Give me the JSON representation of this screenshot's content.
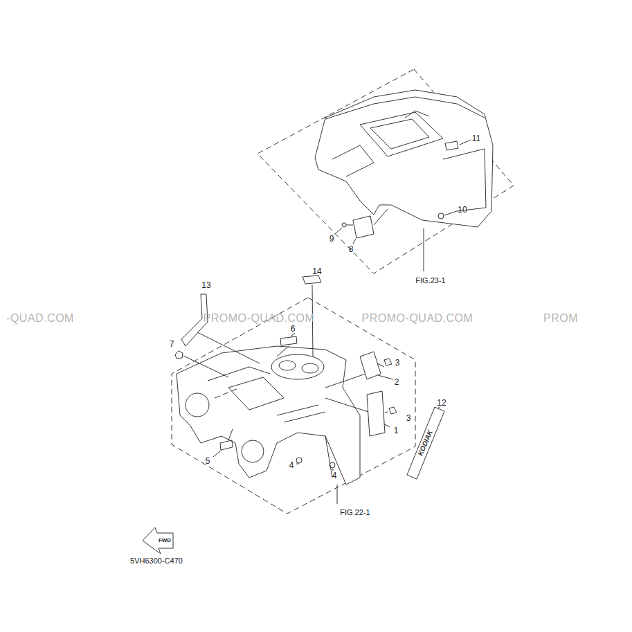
{
  "diagram": {
    "labels": [
      "11",
      "10",
      "9",
      "8",
      "FIG.23-1",
      "14",
      "13",
      "-QUAD.COM",
      "PROMO-QUAD.COM",
      "PROMO-QUAD.COM",
      "PROM",
      "6",
      "7",
      "3",
      "2",
      "12",
      "3",
      "1",
      "5",
      "4",
      "4",
      "FIG.22-1",
      "KODIAK",
      "FWD",
      "5VH6300-C470"
    ]
  }
}
